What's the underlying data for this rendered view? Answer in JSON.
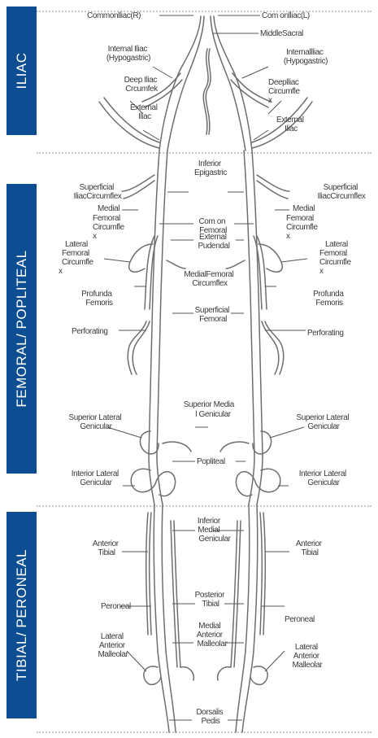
{
  "sections": [
    {
      "id": "iliac",
      "label": "ILIAC"
    },
    {
      "id": "femoral",
      "label": "FEMORAL/ POPLITEAL"
    },
    {
      "id": "tibial",
      "label": "TIBIAL/ PERONEAL"
    }
  ],
  "colors": {
    "band": "#0d4d91",
    "band_text": "#ffffff",
    "vessel": "#6e6e6e",
    "label": "#3a3a3a"
  },
  "labels": {
    "common_iliac_r": "Commonlliac(R)",
    "common_iliac_l": "Com onlliac(L)",
    "middle_sacral": "MiddleSacral",
    "internal_iliac_r": [
      "Internal Iliac",
      "(Hypogastric)"
    ],
    "internal_iliac_l": [
      "Internallliac",
      "(Hypogastric)"
    ],
    "deep_iliac_circ_r": [
      "Deep Iliac",
      "Crcumfek"
    ],
    "deep_iliac_circ_l": [
      "Deeplliac",
      "Circumfle",
      "x"
    ],
    "external_iliac_r": [
      "External",
      "Iliac"
    ],
    "external_iliac_l": [
      "External",
      "Iliac"
    ],
    "inferior_epigastric": [
      "Inferior",
      "Epigastric"
    ],
    "superficial_iliac_circ_r": [
      "Superficial",
      "IliacCircumflex"
    ],
    "superficial_iliac_circ_l": [
      "Superficial",
      "IliacCircumflex"
    ],
    "medial_femoral_circ_r": [
      "Medial",
      "Femoral",
      "Circumfle",
      "x"
    ],
    "medial_femoral_circ_l": [
      "Medial",
      "Femoral",
      "Circumfle",
      "x"
    ],
    "common_femoral": [
      "Com on",
      "Femoral"
    ],
    "external_pudendal": [
      "External",
      "Pudendal"
    ],
    "lateral_femoral_circ_r": [
      "Lateral",
      "Femoral",
      "Circumfle",
      "x"
    ],
    "lateral_femoral_circ_l": [
      "Lateral",
      "Femoral",
      "Circumfle",
      "x"
    ],
    "medial_femoral_circumflex_c": [
      "MedialFemoral",
      "Circumflex"
    ],
    "profunda_r": [
      "Profunda",
      "Femoris"
    ],
    "profunda_l": [
      "Profunda",
      "Femoris"
    ],
    "superficial_femoral": [
      "Superficial",
      "Femoral"
    ],
    "perforating_r": "Perforating",
    "perforating_l": "Perforating",
    "superior_lateral_genicular_r": [
      "Superior Lateral",
      "Genicular"
    ],
    "superior_lateral_genicular_l": [
      "Superior Lateral",
      "Genicular"
    ],
    "superior_medial_genicular": [
      "Superior Media",
      "l   Genicular"
    ],
    "popliteal": "Popliteal",
    "interior_lateral_genicular_r": [
      "Interior Lateral",
      "Genicular"
    ],
    "interior_lateral_genicular_l": [
      "Interior Lateral",
      "Genicular"
    ],
    "inferior_medial_genicular": [
      "Inferior",
      "Medial",
      "Genicular"
    ],
    "anterior_tibial_r": [
      "Anterior",
      "Tibial"
    ],
    "anterior_tibial_l": [
      "Anterior",
      "Tibial"
    ],
    "posterior_tibial": [
      "Posterior",
      "Tibial"
    ],
    "peroneal_r": "Peroneal",
    "peroneal_l": "Peroneal",
    "medial_anterior_malleolar": [
      "Medial",
      "Anterior",
      "Malleolar"
    ],
    "lateral_anterior_malleolar_r": [
      "Lateral",
      "Anterior",
      "Malleolar"
    ],
    "lateral_anterior_malleolar_l": [
      "Lateral",
      "Anterior",
      "Malleolar"
    ],
    "dorsalis_pedis": [
      "Dorsalis",
      "Pedis"
    ]
  }
}
